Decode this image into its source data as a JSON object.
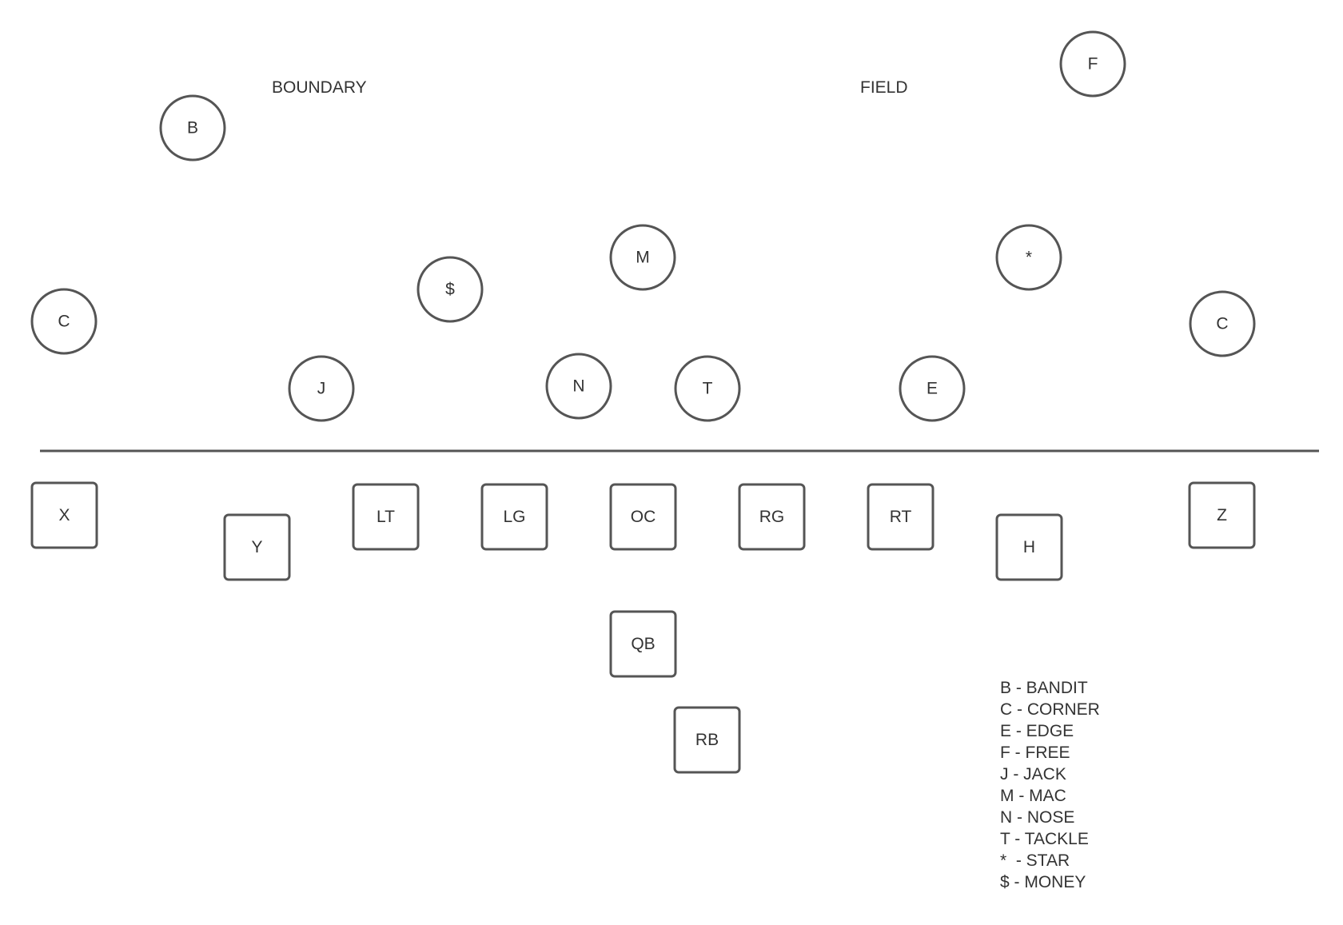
{
  "labels": {
    "boundary": "BOUNDARY",
    "field": "FIELD"
  },
  "defense": [
    {
      "id": "bandit",
      "label": "B"
    },
    {
      "id": "free",
      "label": "F"
    },
    {
      "id": "mac",
      "label": "M"
    },
    {
      "id": "star",
      "label": "*"
    },
    {
      "id": "money",
      "label": "$"
    },
    {
      "id": "corner-left",
      "label": "C"
    },
    {
      "id": "corner-right",
      "label": "C"
    },
    {
      "id": "jack",
      "label": "J"
    },
    {
      "id": "nose",
      "label": "N"
    },
    {
      "id": "tackle",
      "label": "T"
    },
    {
      "id": "edge",
      "label": "E"
    }
  ],
  "offense": [
    {
      "id": "x",
      "label": "X"
    },
    {
      "id": "y",
      "label": "Y"
    },
    {
      "id": "lt",
      "label": "LT"
    },
    {
      "id": "lg",
      "label": "LG"
    },
    {
      "id": "oc",
      "label": "OC"
    },
    {
      "id": "rg",
      "label": "RG"
    },
    {
      "id": "rt",
      "label": "RT"
    },
    {
      "id": "h",
      "label": "H"
    },
    {
      "id": "z",
      "label": "Z"
    },
    {
      "id": "qb",
      "label": "QB"
    },
    {
      "id": "rb",
      "label": "RB"
    }
  ],
  "legend": [
    "B - BANDIT",
    "C - CORNER",
    "E - EDGE",
    "F - FREE",
    "J - JACK",
    "M - MAC",
    "N - NOSE",
    "T - TACKLE",
    "*  - STAR",
    "$ - MONEY"
  ],
  "colors": {
    "stroke": "#555555",
    "text": "#333333",
    "background": "#ffffff"
  }
}
